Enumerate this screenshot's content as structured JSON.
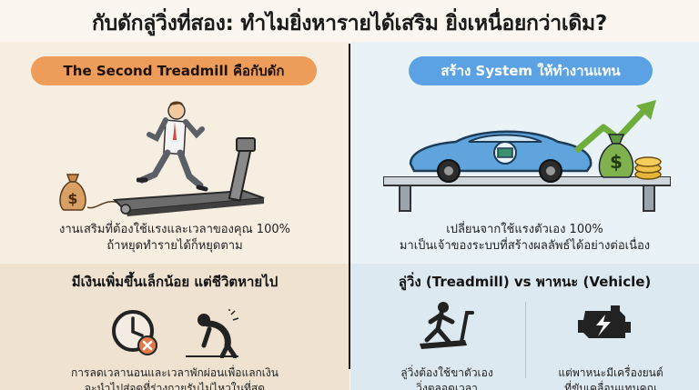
{
  "title": "กับดักลู่วิ่งที่สอง: ทำไมยิ่งหารายได้เสริม ยิ่งเหนื่อยกว่าเดิม?",
  "left": {
    "pill": "The Second Treadmill คือกับดัก",
    "money_bag_symbol": "$",
    "desc_line1": "งานเสริมที่ต้องใช้แรงและเวลาของคุณ 100%",
    "desc_line2": "ถ้าหยุดทำรายได้ก็หยุดตาม",
    "subhead": "มีเงินเพิ่มขึ้นเล็กน้อย แต่ชีวิตหายไป",
    "bottom_line1": "การลดเวลานอนและเวลาพักผ่อนเพื่อแลกเงิน",
    "bottom_line2": "จะนำไปสู่จุดที่ร่างกายรับไม่ไหวในที่สุด"
  },
  "right": {
    "pill": "สร้าง System ให้ทำงานแทน",
    "money_bag_symbol": "$",
    "desc_line1": "เปลี่ยนจากใช้แรงตัวเอง 100%",
    "desc_line2": "มาเป็นเจ้าของระบบที่สร้างผลลัพธ์ได้อย่างต่อเนื่อง",
    "subhead": "ลู่วิ่ง (Treadmill) vs พาหนะ (Vehicle)",
    "treadmill_line1": "ลู่วิ่งต้องใช้ขาตัวเอง",
    "treadmill_line2": "วิ่งตลอดเวลา",
    "vehicle_line1": "แต่พาหนะมีเครื่องยนต์",
    "vehicle_line2": "ที่ขับเคลื่อนแทนคุณ"
  },
  "colors": {
    "orange": "#ee9c5a",
    "blue": "#5aa2e3",
    "green_arrow": "#6fae3c",
    "car": "#5fa4dc"
  },
  "icons": [
    "money-bag-icon",
    "running-man-icon",
    "treadmill-icon",
    "clock-icon",
    "tired-person-icon",
    "car-icon",
    "engine-icon",
    "growth-arrow-icon",
    "coin-stack-icon",
    "treadmill-runner-icon"
  ]
}
